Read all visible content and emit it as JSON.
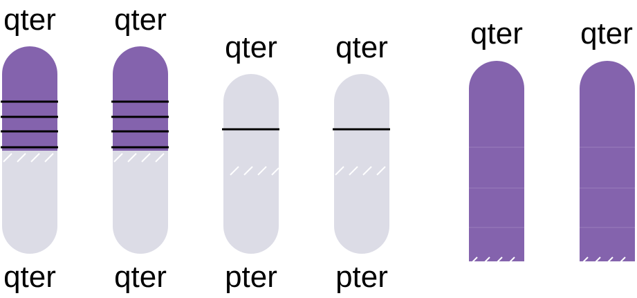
{
  "colors": {
    "purple": "#8463AD",
    "light": "#DCDCE6",
    "band": "#000000",
    "hatch": "#ffffff",
    "text": "#000000"
  },
  "chromosomes": [
    {
      "top_label": "qter",
      "bottom_label": "qter",
      "style": "purple-top-with-bands",
      "band_count": 4
    },
    {
      "top_label": "qter",
      "bottom_label": "qter",
      "style": "purple-top-with-bands",
      "band_count": 4
    },
    {
      "top_label": "qter",
      "bottom_label": "pter",
      "style": "light-with-band",
      "band_count": 1
    },
    {
      "top_label": "qter",
      "bottom_label": "pter",
      "style": "light-with-band",
      "band_count": 1
    },
    {
      "top_label": "qter",
      "bottom_label": "",
      "style": "purple-truncated",
      "band_count": 0
    },
    {
      "top_label": "qter",
      "bottom_label": "",
      "style": "purple-truncated",
      "band_count": 0
    }
  ]
}
